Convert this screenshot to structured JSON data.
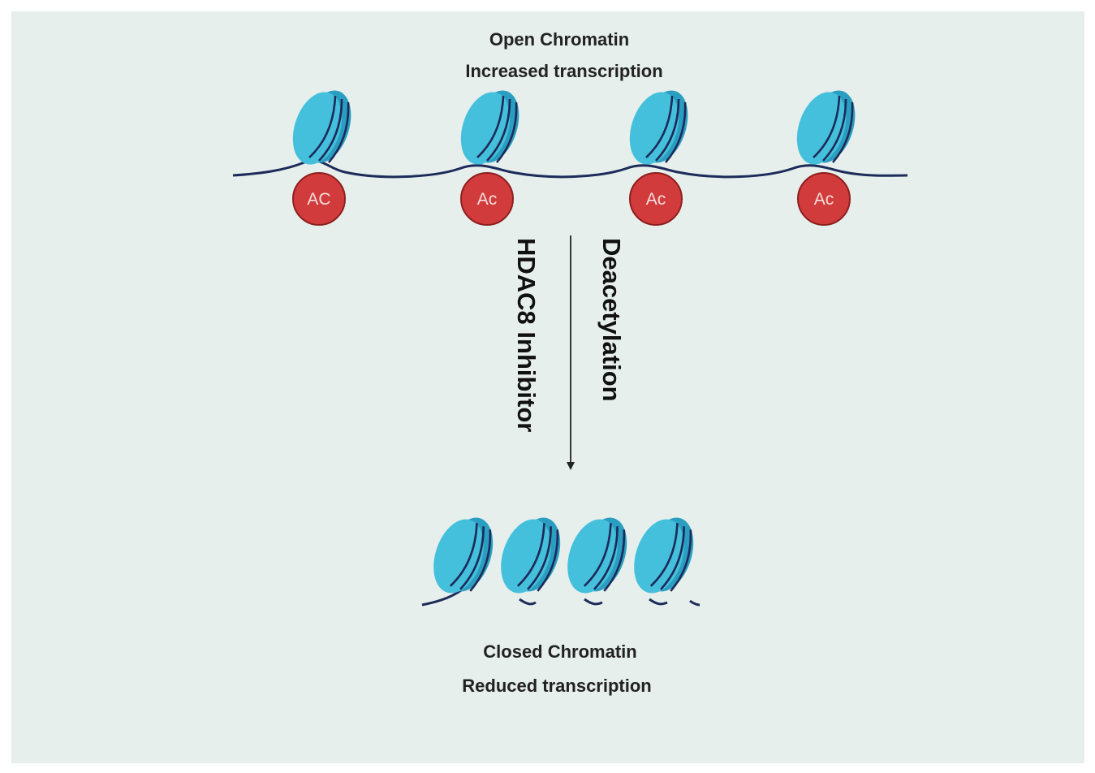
{
  "top_state": {
    "line1": "Open Chromatin",
    "line2": "Increased transcription"
  },
  "bottom_state": {
    "line1": "Closed Chromatin",
    "line2": "Reduced transcription"
  },
  "process": {
    "inhibitor_label": "HDAC8 Inhibitor",
    "process_label": "Deacetylation"
  },
  "acetyl_marks": [
    "AC",
    "Ac",
    "Ac",
    "Ac"
  ],
  "colors": {
    "background": "#e6efec",
    "nucleosome_light": "#45c0dc",
    "nucleosome_dark": "#2a9ec1",
    "dna": "#1c2b5a",
    "acetyl": "#d23b3b",
    "acetyl_text": "#f4dede",
    "text": "#222222"
  }
}
